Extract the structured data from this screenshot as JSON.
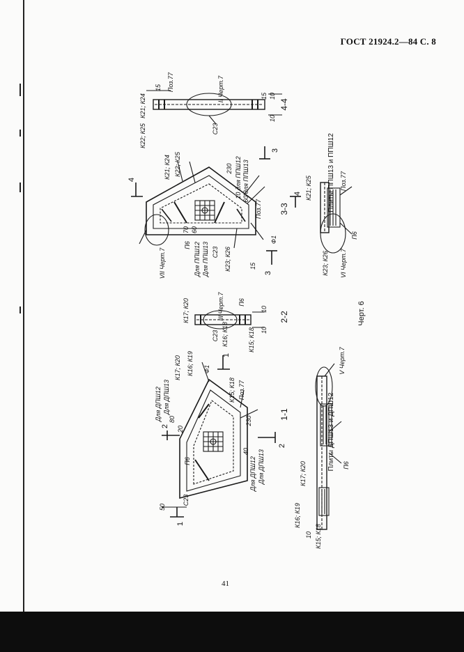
{
  "header": {
    "standard": "ГОСТ 21924.2—84 С. 8"
  },
  "page_number": "41",
  "titles": {
    "top": "Плиты ППШ13 и ППШ12",
    "bottom": "Плиты ДПШ13 и ДПШ12"
  },
  "caption": "Черт. 6",
  "sections": {
    "s44": "4-4",
    "s22": "2-2",
    "s33": "3-3",
    "s11": "1-1"
  },
  "labels": {
    "k21k24": "К21; К24",
    "k22k25": "К22; К25",
    "k23k26": "К23; К26",
    "k21k25": "К21; К25",
    "k17k20": "К17; К20",
    "k16k19": "К16; К19",
    "k15k18": "К15; К18",
    "k17k20b": "К17; К20",
    "k16k19b": "К16; К19",
    "k15k18b": "К15; К18",
    "k16k18": "К16; К18",
    "p6a": "П6",
    "p6b": "П6",
    "p6c": "П6",
    "p6d": "П6",
    "p6e": "П6",
    "c23a": "С23",
    "c23b": "С23",
    "c23c": "С23",
    "c23d": "С23",
    "f1a": "Ф1",
    "f1b": "Ф1",
    "poz77a": "Поз.77",
    "poz77b": "Поз.77",
    "poz77c": "Поз.77",
    "poz77d": "Поз.77",
    "forppsh12": "Для ППШ12",
    "forppsh13": "Для ППШ13",
    "d10ppsh12": "10 для ППШ12",
    "d60ppsh13": "60 для ППШ13",
    "fordpsh12a": "Для ДПШ12",
    "fordpsh13a": "Для ДПШ13",
    "fordpsh12b": "Для ДПШ12",
    "fordpsh13b": "Для ДПШ13",
    "chert7_II": "II Черт.7",
    "chert7_VII": "VII Черт.7",
    "chert7_VI": "VI Черт.7",
    "chert7_III": "III Черт.7",
    "chert7_V": "V Черт.7",
    "d230a": "230",
    "d230b": "230",
    "d70": "70",
    "d60": "60",
    "d20": "20",
    "d15a": "15",
    "d15b": "15",
    "d15c": "15",
    "d10a": "10",
    "d10b": "10",
    "d10c": "10",
    "d10d": "10",
    "d50": "50",
    "d80": "80",
    "d40": "40",
    "d10e": "10",
    "num4a": "4",
    "num4b": "4",
    "num3a": "3",
    "num3b": "3",
    "num2a": "2",
    "num2b": "2",
    "num1a": "1",
    "num1b": "1"
  }
}
